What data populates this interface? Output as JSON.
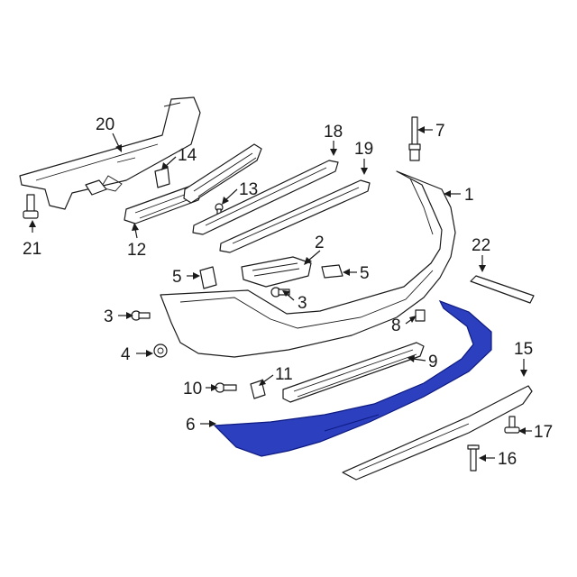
{
  "diagram": {
    "highlight_color": "#2c3fbf",
    "line_color": "#1a1a1a",
    "background": "#ffffff",
    "callouts": [
      {
        "id": "c1",
        "label": "1"
      },
      {
        "id": "c2",
        "label": "2"
      },
      {
        "id": "c3a",
        "label": "3"
      },
      {
        "id": "c3b",
        "label": "3"
      },
      {
        "id": "c4",
        "label": "4"
      },
      {
        "id": "c5a",
        "label": "5"
      },
      {
        "id": "c5b",
        "label": "5"
      },
      {
        "id": "c6",
        "label": "6"
      },
      {
        "id": "c7",
        "label": "7"
      },
      {
        "id": "c8",
        "label": "8"
      },
      {
        "id": "c9",
        "label": "9"
      },
      {
        "id": "c10",
        "label": "10"
      },
      {
        "id": "c11",
        "label": "11"
      },
      {
        "id": "c12",
        "label": "12"
      },
      {
        "id": "c13",
        "label": "13"
      },
      {
        "id": "c14",
        "label": "14"
      },
      {
        "id": "c15",
        "label": "15"
      },
      {
        "id": "c16",
        "label": "16"
      },
      {
        "id": "c17",
        "label": "17"
      },
      {
        "id": "c18",
        "label": "18"
      },
      {
        "id": "c19",
        "label": "19"
      },
      {
        "id": "c20",
        "label": "20"
      },
      {
        "id": "c21",
        "label": "21"
      },
      {
        "id": "c22",
        "label": "22"
      }
    ]
  }
}
